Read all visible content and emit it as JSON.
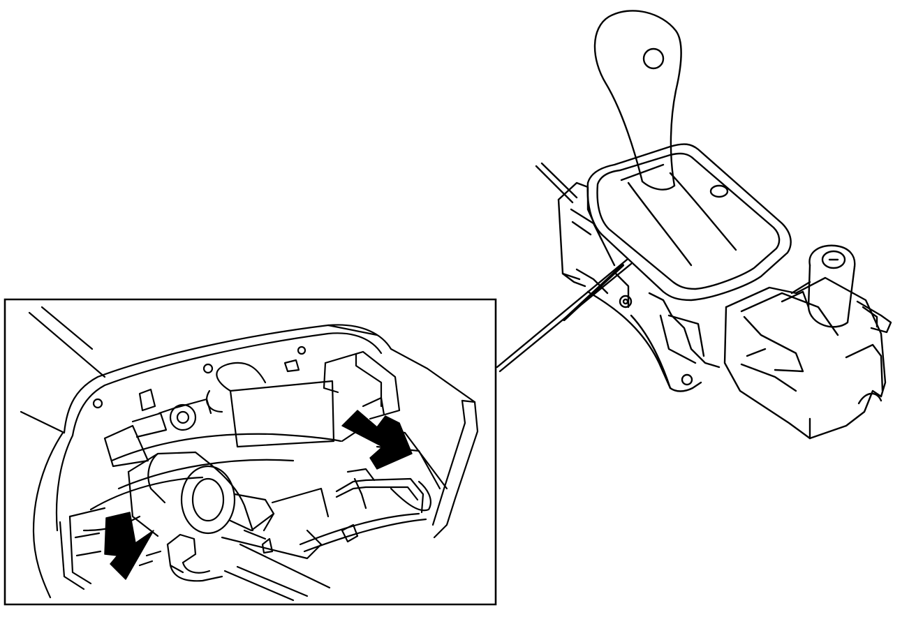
{
  "figure": {
    "kind": "technical line illustration",
    "style": "black ink on white",
    "ink_color": "#000000",
    "paper_color": "#ffffff",
    "components": [
      "gear-selector-lever",
      "selector-gate-housing",
      "ignition-lock-cylinder",
      "detail-inset-frame",
      "inset-leader-line",
      "connector-arrow-upper",
      "connector-arrow-lower"
    ]
  }
}
